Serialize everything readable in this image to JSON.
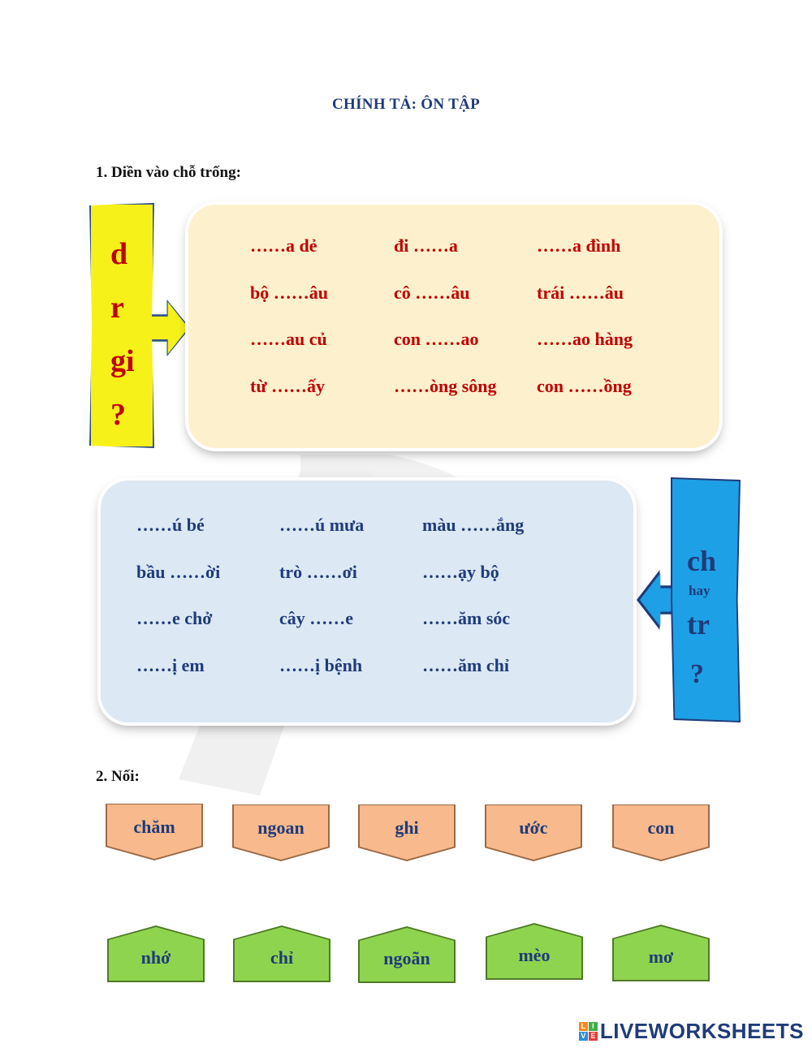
{
  "title": "CHÍNH TẢ: ÔN TẬP",
  "section1": {
    "heading": "1. Diền vào chỗ trống:",
    "yellow_banner": {
      "letters": [
        "d",
        "r",
        "gi",
        "?"
      ]
    },
    "cream_items": [
      [
        "……a dẻ",
        "đi ……a",
        "……a đình"
      ],
      [
        "bộ ……âu",
        "cô ……âu",
        "trái ……âu"
      ],
      [
        "……au củ",
        "con ……ao",
        "……ao hàng"
      ],
      [
        "từ ……ấy",
        "……òng sông",
        "con ……ồng"
      ]
    ],
    "blue_items": [
      [
        "……ú bé",
        "……ú mưa",
        "màu ……ắng"
      ],
      [
        "bầu ……ời",
        "trò ……ơi",
        "……ạy bộ"
      ],
      [
        "……e chở",
        "cây ……e",
        "……ăm sóc"
      ],
      [
        "……ị em",
        "……ị bệnh",
        "……ăm chỉ"
      ]
    ],
    "blue_banner": {
      "top": "ch",
      "middle": "hay",
      "bottom": "tr",
      "mark": "?"
    }
  },
  "section2": {
    "heading": "2. Nối:",
    "top_words": [
      "chăm",
      "ngoan",
      "ghi",
      "ước",
      "con"
    ],
    "bottom_words": [
      "nhớ",
      "chỉ",
      "ngoãn",
      "mèo",
      "mơ"
    ]
  },
  "logo": {
    "text": "LIVEWORKSHEETS",
    "mark_letters": [
      "L",
      "I",
      "V",
      "E"
    ]
  },
  "colors": {
    "title": "#1f3b7a",
    "red_text": "#c00000",
    "navy_text": "#1f3b7a",
    "yellow": "#f7f11a",
    "cream": "#fdf0cd",
    "light_blue": "#dce8f4",
    "sky_blue": "#1ea0e6",
    "orange_tile": "#f8b98c",
    "green_tile": "#8fd44f"
  }
}
